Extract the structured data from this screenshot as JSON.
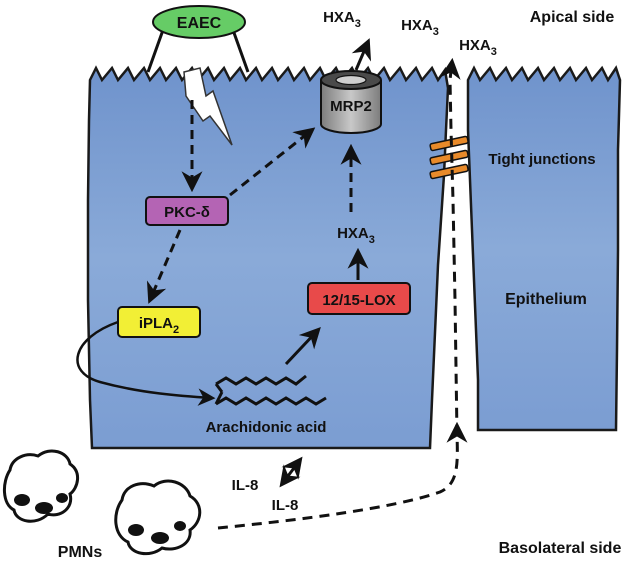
{
  "labels": {
    "apical_side": "Apical side",
    "basolateral_side": "Basolateral side",
    "tight_junctions": "Tight junctions",
    "epithelium": "Epithelium",
    "arachidonic_acid": "Arachidonic acid",
    "pmns": "PMNs",
    "il8_a": "IL-8",
    "il8_b": "IL-8"
  },
  "nodes": {
    "eaec": "EAEC",
    "mrp2": "MRP2",
    "pkc": "PKC-δ",
    "ipla_base": "iPLA",
    "ipla_sub": "2",
    "lox": "12/15-LOX"
  },
  "hxa": {
    "base": "HXA",
    "sub": "3"
  },
  "colors": {
    "cell_fill": "#7e9fd3",
    "cell_stroke": "#1a1a1a",
    "eaec_fill": "#66cc66",
    "pkc_fill": "#b464b4",
    "ipla_fill": "#f2ef35",
    "lox_fill": "#e84a4a",
    "mrp2_fill": "#9a9a9a",
    "tight_junction": "#e88a2a"
  }
}
